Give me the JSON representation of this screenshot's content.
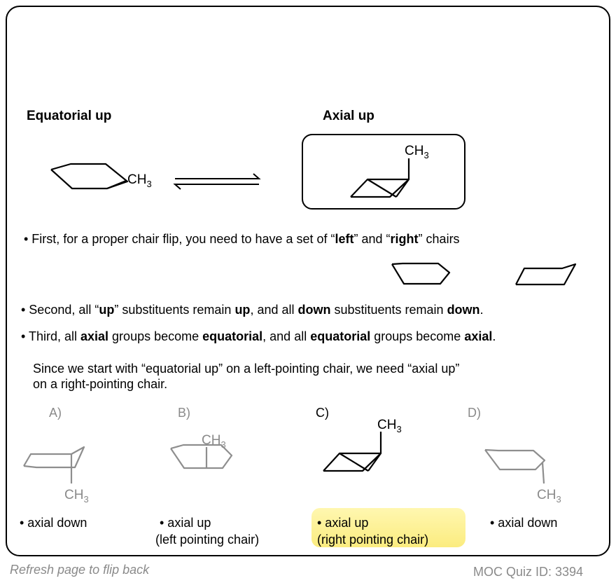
{
  "header": {
    "left_title": "Equatorial up",
    "right_title": "Axial up"
  },
  "labels": {
    "ch": "CH",
    "sub3": "3"
  },
  "bullets": [
    {
      "parts": [
        {
          "t": "• First, for a proper chair flip, you need to have a set of “",
          "b": false
        },
        {
          "t": "left",
          "b": true
        },
        {
          "t": "” and “",
          "b": false
        },
        {
          "t": "right",
          "b": true
        },
        {
          "t": "” chairs",
          "b": false
        }
      ]
    },
    {
      "parts": [
        {
          "t": "• Second, all “",
          "b": false
        },
        {
          "t": "up",
          "b": true
        },
        {
          "t": "” substituents remain ",
          "b": false
        },
        {
          "t": "up",
          "b": true
        },
        {
          "t": ", and all ",
          "b": false
        },
        {
          "t": "down",
          "b": true
        },
        {
          "t": " substituents remain ",
          "b": false
        },
        {
          "t": "down",
          "b": true
        },
        {
          "t": ".",
          "b": false
        }
      ]
    },
    {
      "parts": [
        {
          "t": "• Third, all ",
          "b": false
        },
        {
          "t": "axial",
          "b": true
        },
        {
          "t": " groups become ",
          "b": false
        },
        {
          "t": "equatorial",
          "b": true
        },
        {
          "t": ", and all ",
          "b": false
        },
        {
          "t": "equatorial",
          "b": true
        },
        {
          "t": " groups become ",
          "b": false
        },
        {
          "t": "axial",
          "b": true
        },
        {
          "t": ".",
          "b": false
        }
      ]
    }
  ],
  "explanation": {
    "line1": "Since we start with “equatorial up” on a left-pointing chair, we need “axial up”",
    "line2": "on a right-pointing chair."
  },
  "options": [
    {
      "letter": "A)",
      "line1": "• axial down",
      "line2": "",
      "selected": false
    },
    {
      "letter": "B)",
      "line1": "• axial up",
      "line2": "(left pointing chair)",
      "selected": false
    },
    {
      "letter": "C)",
      "line1": "• axial up",
      "line2": "(right pointing chair)",
      "selected": true
    },
    {
      "letter": "D)",
      "line1": "• axial down",
      "line2": "",
      "selected": false
    }
  ],
  "footer": {
    "left": "Refresh page to flip back",
    "right": "MOC Quiz ID: 3394"
  },
  "colors": {
    "ink": "#000000",
    "muted": "#8a8a8a",
    "highlight": "#fbec7f",
    "border": "#000000"
  }
}
